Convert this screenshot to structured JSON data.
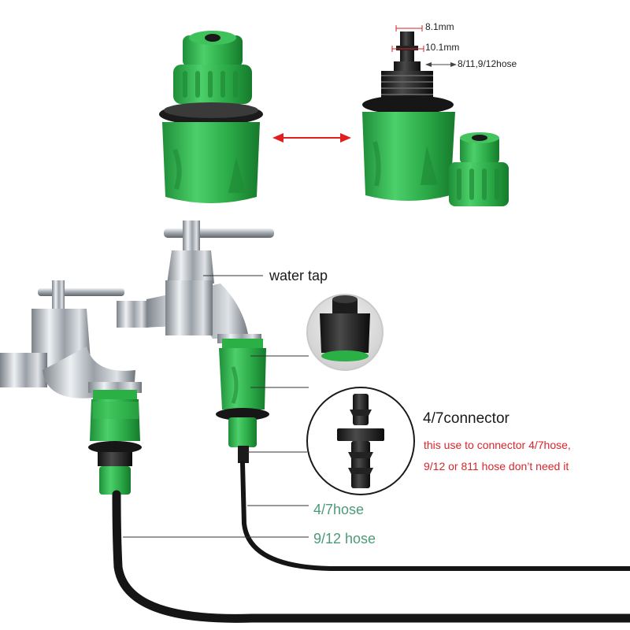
{
  "dimensions": {
    "top": "8.1mm",
    "middle": "10.1mm",
    "hose": "8/11,9/12hose"
  },
  "labels": {
    "water_tap": "water tap",
    "connector_title": "4/7connector",
    "connector_note_1": "this use to connector 4/7hose,",
    "connector_note_2": "9/12 or 811 hose don’t need it",
    "hose_small": "4/7hose",
    "hose_large": "9/12 hose"
  },
  "colors": {
    "connector_green": "#2fae4a",
    "tap_chrome": "#b8bcc2",
    "arrow_red": "#e02020",
    "hose_black": "#151515",
    "note_red": "#d8262b",
    "hose_label_green": "#4c9a78"
  }
}
